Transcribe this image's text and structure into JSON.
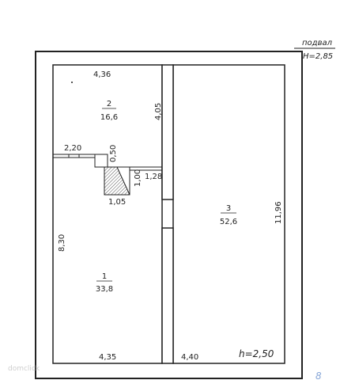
{
  "header": {
    "floor_label": "подвал",
    "height_label": "H=2,85"
  },
  "rooms": [
    {
      "number": "2",
      "area": "16,6"
    },
    {
      "number": "3",
      "area": "52,6"
    },
    {
      "number": "1",
      "area": "33,8"
    }
  ],
  "dimensions": {
    "room2_width": "4,36",
    "room2_length": "4,05",
    "corridor_width": "2,20",
    "stair_depth": "0,50",
    "stair_length": "1,28",
    "stair_height": "1,00",
    "stair_width": "1,05",
    "room1_length": "8,30",
    "room1_width": "4,35",
    "room3_width": "4,40",
    "room3_length": "11,96"
  },
  "ceiling_height": "h=2,50",
  "watermark": "domclick",
  "colors": {
    "line": "#222222",
    "hatch": "#555555"
  }
}
